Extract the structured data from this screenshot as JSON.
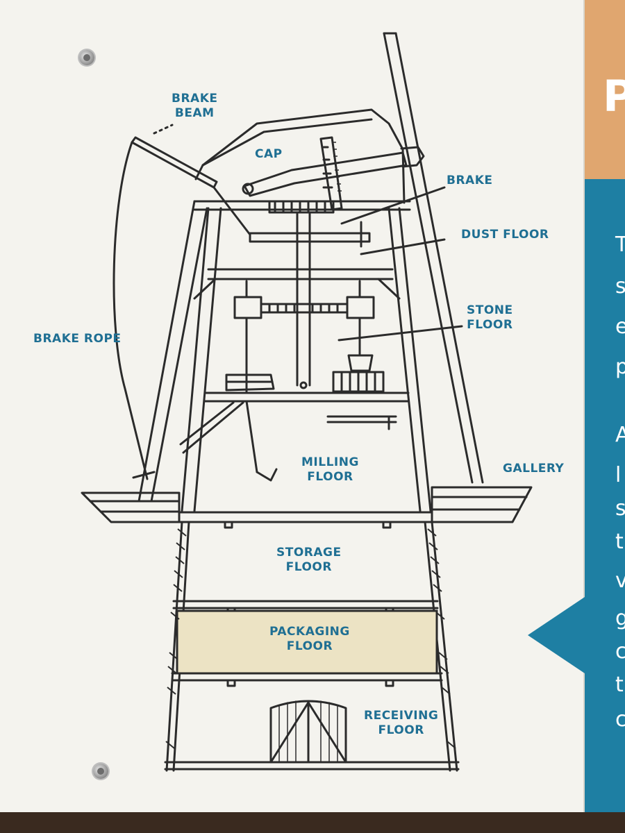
{
  "diagram": {
    "labels": {
      "brake_beam": [
        "BRAKE",
        "BEAM"
      ],
      "cap": "CAP",
      "brake": "BRAKE",
      "dust_floor": "DUST FLOOR",
      "stone_floor": [
        "STONE",
        "FLOOR"
      ],
      "brake_rope": "BRAKE ROPE",
      "milling_floor": [
        "MILLING",
        "FLOOR"
      ],
      "gallery": "GALLERY",
      "storage_floor": [
        "STORAGE",
        "FLOOR"
      ],
      "packaging_floor": [
        "PACKAGING",
        "FLOOR"
      ],
      "receiving_floor": [
        "RECEIVING",
        "FLOOR"
      ]
    },
    "colors": {
      "label_text": "#1f6f93",
      "line": "#2b2b2b",
      "highlight_fill": "#ece3c4",
      "panel_orange": "#e0a66f",
      "panel_blue": "#1e7fa3"
    }
  },
  "side_panel": {
    "title_fragment": "P",
    "text_fragments": [
      "T",
      "s",
      "e",
      "p",
      "A",
      "l",
      "s",
      "t",
      "v",
      "g",
      "c",
      "t",
      "c"
    ]
  }
}
